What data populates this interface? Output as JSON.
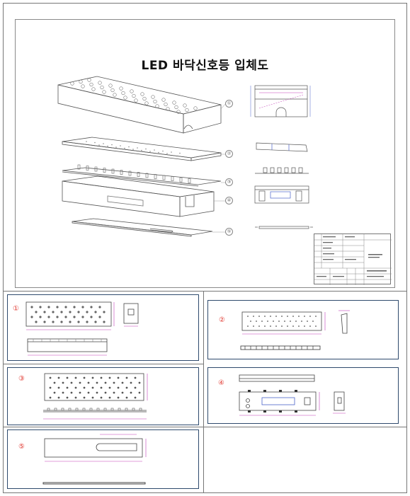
{
  "title": "LED 바닥신호등 입체도",
  "markers": {
    "m1": "①",
    "m2": "②",
    "m3": "③",
    "m4": "④",
    "m5": "⑤"
  },
  "panel_labels": {
    "p1": "①",
    "p2": "②",
    "p3": "③",
    "p4": "④",
    "p5": "⑤"
  },
  "colors": {
    "panel_border": "#2e4a6d",
    "number_red": "#e0332b",
    "dimension": "#c13fb7",
    "drawing_line": "#444444",
    "frame": "#777777"
  }
}
